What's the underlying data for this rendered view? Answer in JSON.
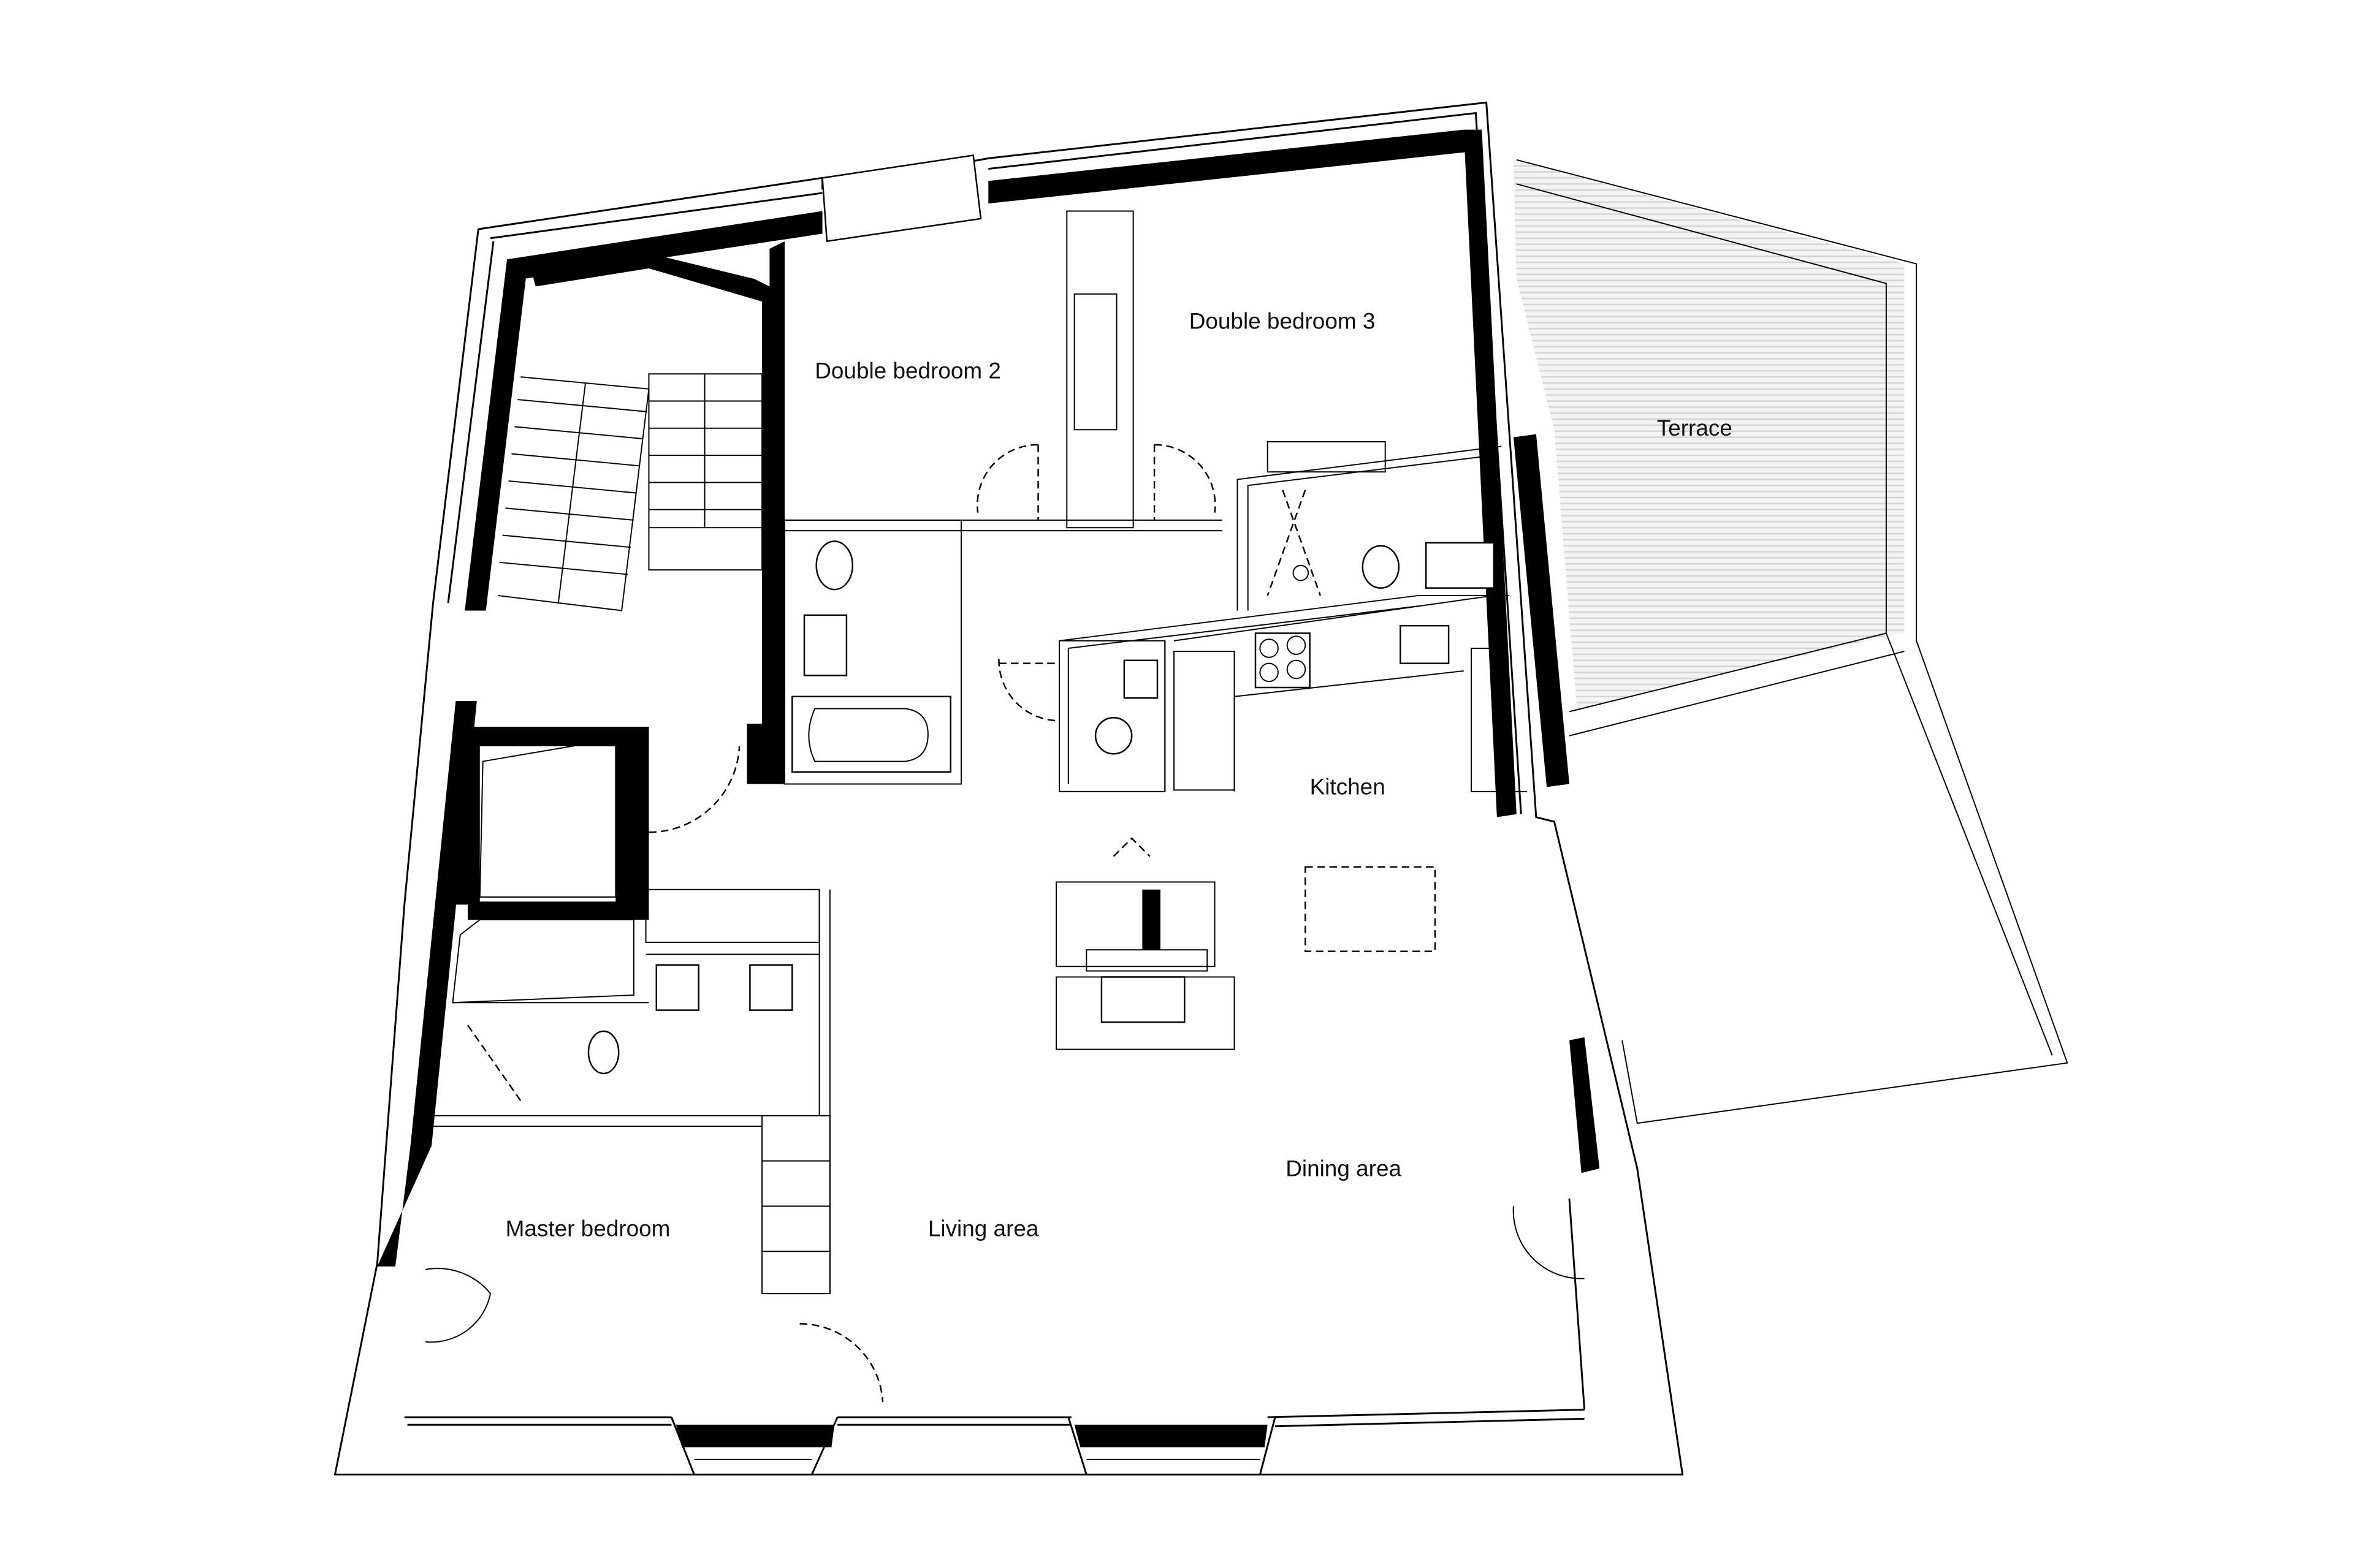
{
  "drawing": {
    "type": "architectural floor plan",
    "colors": {
      "walls": "#000000",
      "background": "#ffffff",
      "terrace_hatch": "#e6e6e6",
      "label_text": "#111111"
    }
  },
  "rooms": {
    "double_bedroom_2": "Double bedroom 2",
    "double_bedroom_3": "Double bedroom 3",
    "terrace": "Terrace",
    "kitchen": "Kitchen",
    "dining_area": "Dining area",
    "master_bedroom": "Master bedroom",
    "living_area": "Living area"
  }
}
